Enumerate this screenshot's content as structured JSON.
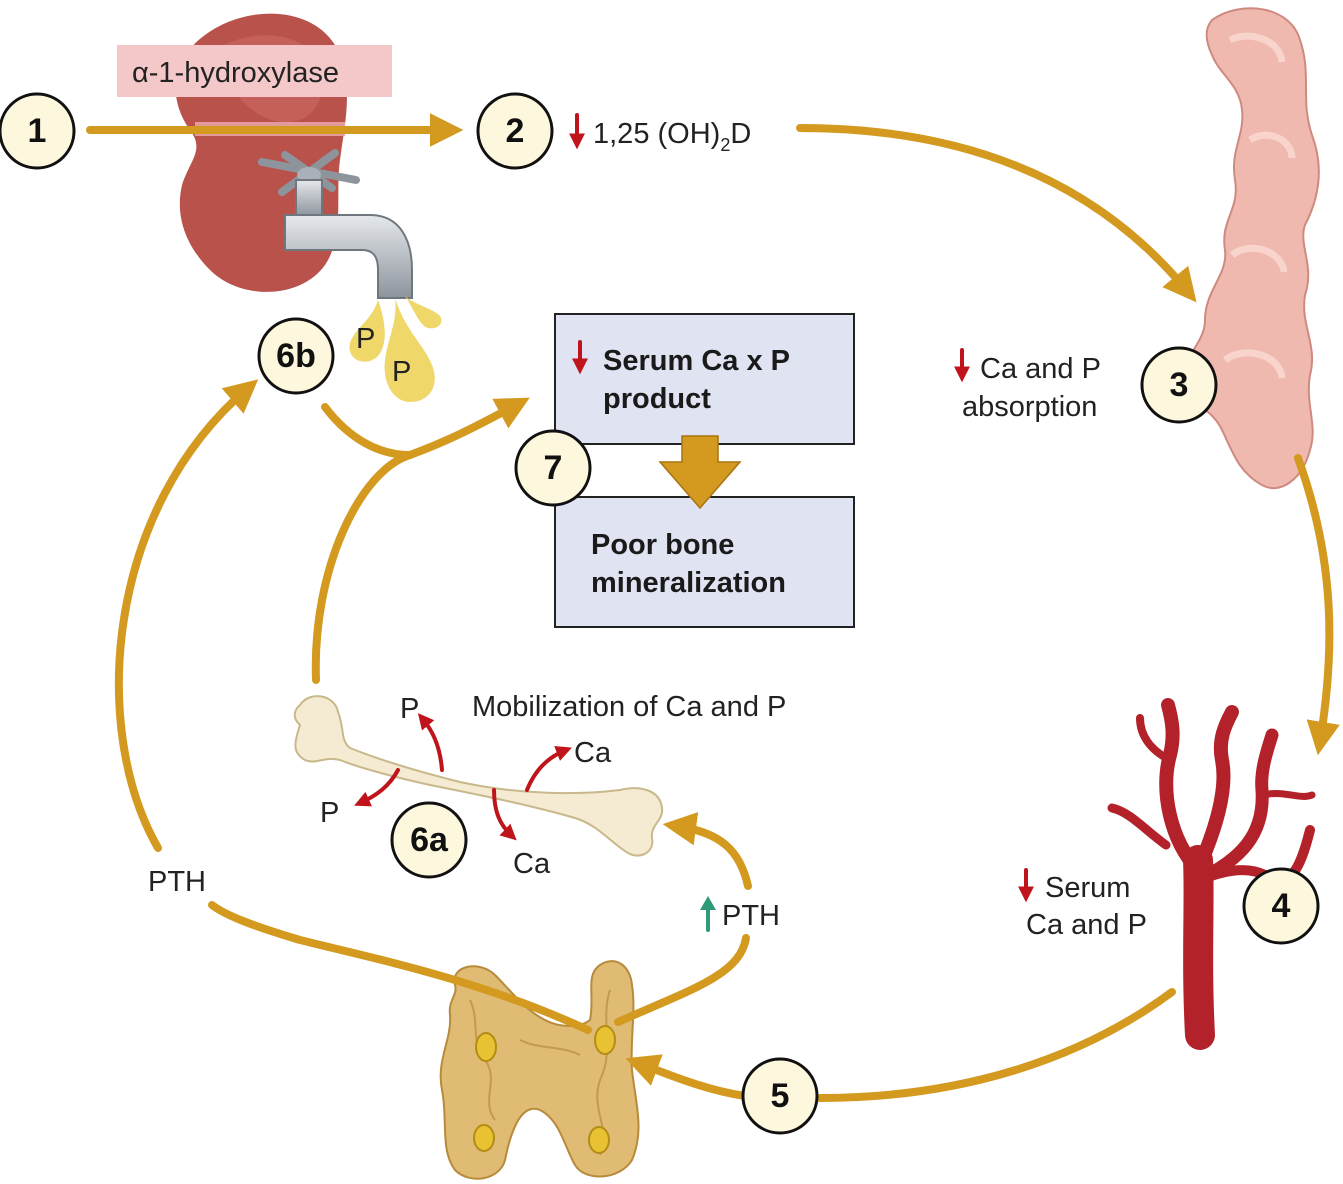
{
  "steps": {
    "s1": "1",
    "s2": "2",
    "s3": "3",
    "s4": "4",
    "s5": "5",
    "s6a": "6a",
    "s6b": "6b",
    "s7": "7"
  },
  "labels": {
    "enzyme": "α-1-hydroxylase",
    "vitd_prefix": "1,25 (OH)",
    "vitd_sub": "2",
    "vitd_suffix": "D",
    "absorption_line1": "Ca and P",
    "absorption_line2": "absorption",
    "serum_line1": "Serum",
    "serum_line2": "Ca and P",
    "pth_left": "PTH",
    "pth_right": "PTH",
    "mobilization": "Mobilization of Ca and P",
    "bone_p1": "P",
    "bone_p2": "P",
    "bone_ca1": "Ca",
    "bone_ca2": "Ca",
    "drop_p1": "P",
    "drop_p2": "P"
  },
  "boxes": {
    "serum_product_line1": "Serum Ca x P",
    "serum_product_line2": "product",
    "poor_bone_line1": "Poor bone",
    "poor_bone_line2": "mineralization"
  },
  "colors": {
    "arrow": "#d39a1f",
    "down_indicator": "#c0141c",
    "up_indicator": "#2e9a7a",
    "box_fill": "#dfe3f2",
    "circle_fill": "#fdf8dd"
  }
}
